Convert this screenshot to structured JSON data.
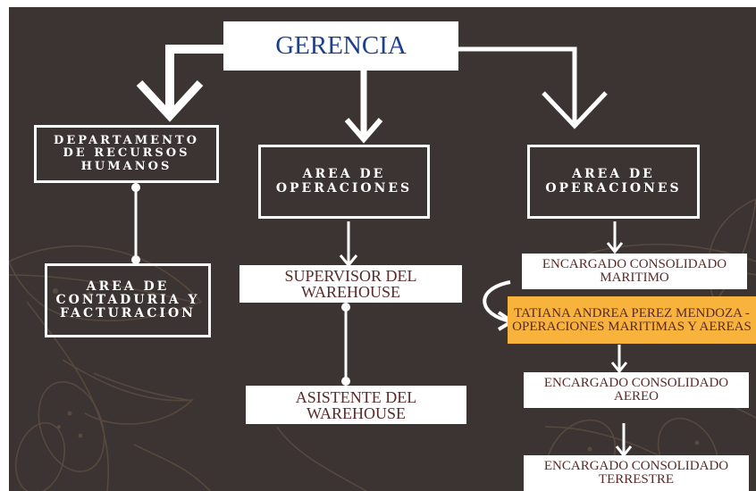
{
  "gerencia": "GERENCIA",
  "rrhh": "DEPARTAMENTO DE RECURSOS HUMANOS",
  "contaduria": "AREA DE CONTADURIA Y FACTURACION",
  "operaciones_1": "AREA DE OPERACIONES",
  "operaciones_2": "AREA DE OPERACIONES",
  "supervisor": "SUPERVISOR DEL WAREHOUSE",
  "asistente": "ASISTENTE DEL WAREHOUSE",
  "maritimo": "ENCARGADO CONSOLIDADO MARITIMO",
  "tatiana": "TATIANA ANDREA PEREZ MENDOZA - OPERACIONES MARITIMAS Y AEREAS",
  "aereo": "ENCARGADO CONSOLIDADO AEREO",
  "terrestre": "ENCARGADO CONSOLIDADO TERRESTRE",
  "colors": {
    "background": "#3b3432",
    "title_text": "#1c3f8e",
    "box_text": "#5a2a2a",
    "highlight": "#f7b33c",
    "lines": "#ffffff"
  }
}
